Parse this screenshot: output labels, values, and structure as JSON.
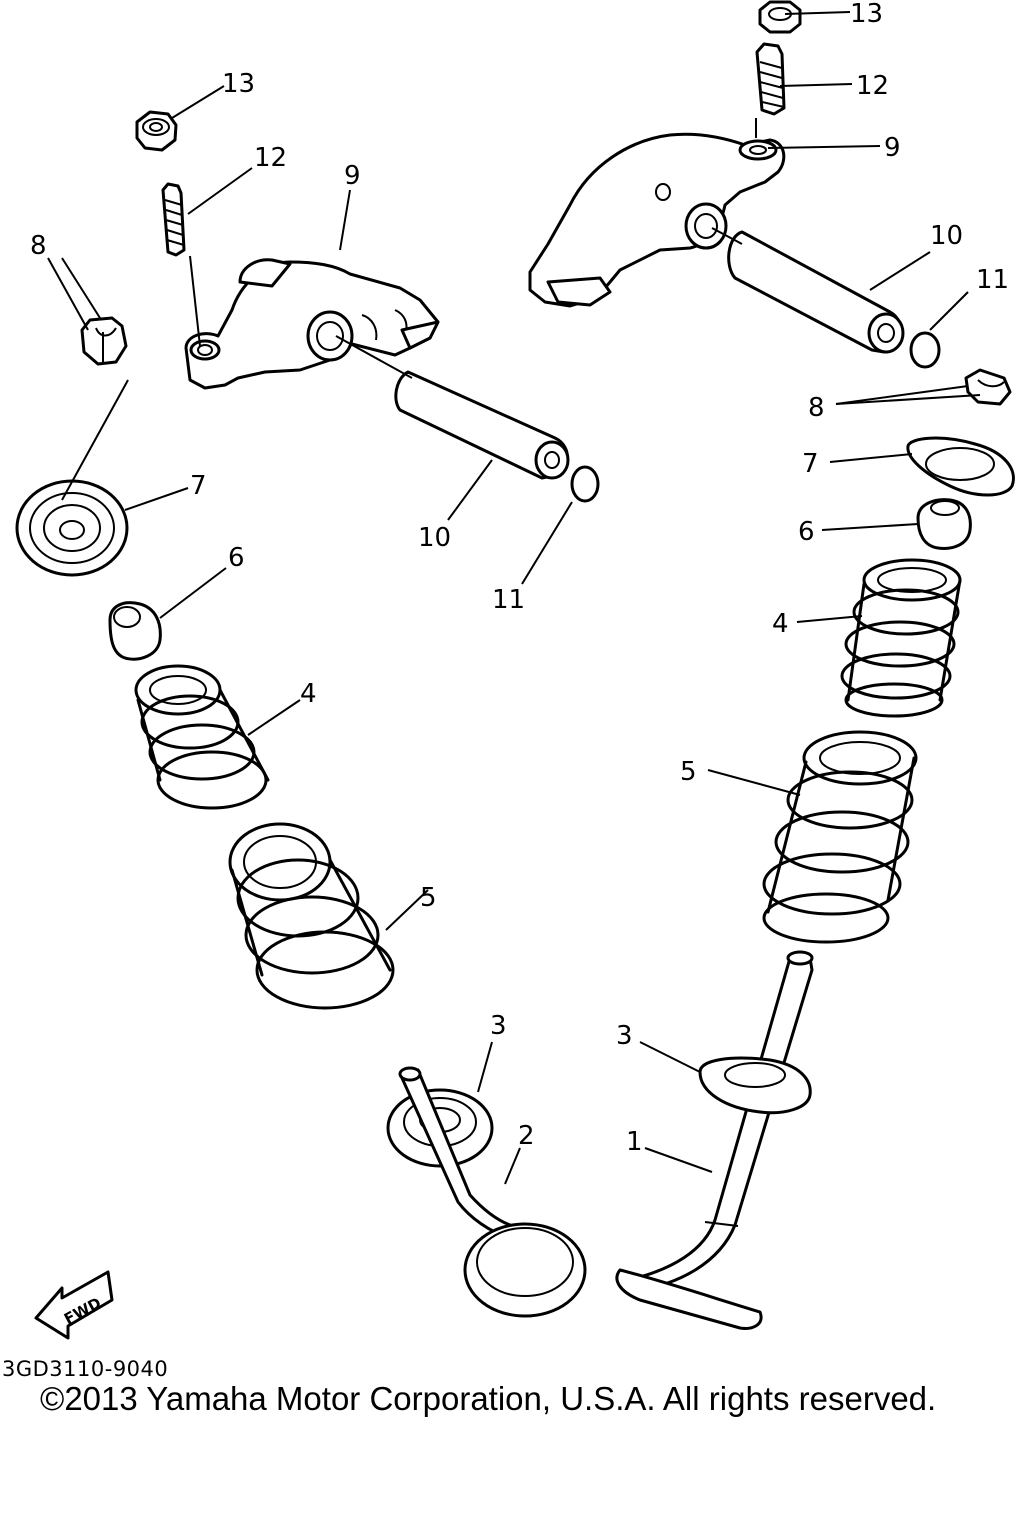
{
  "diagram": {
    "callouts": {
      "c1": "1",
      "c2": "2",
      "c3_left": "3",
      "c3_right": "3",
      "c4_left": "4",
      "c4_right": "4",
      "c5_left": "5",
      "c5_right": "5",
      "c6_left": "6",
      "c6_right": "6",
      "c7_left": "7",
      "c7_right": "7",
      "c8_left": "8",
      "c8_right": "8",
      "c9_left": "9",
      "c9_right": "9",
      "c10_left": "10",
      "c10_right": "10",
      "c11_left": "11",
      "c11_right": "11",
      "c12_left": "12",
      "c12_right": "12",
      "c13_left": "13",
      "c13_right": "13"
    },
    "fwd_label": "FWD"
  },
  "footer": {
    "part_code": "3GD3110-9040",
    "copyright": "©2013 Yamaha Motor Corporation, U.S.A. All rights reserved."
  }
}
